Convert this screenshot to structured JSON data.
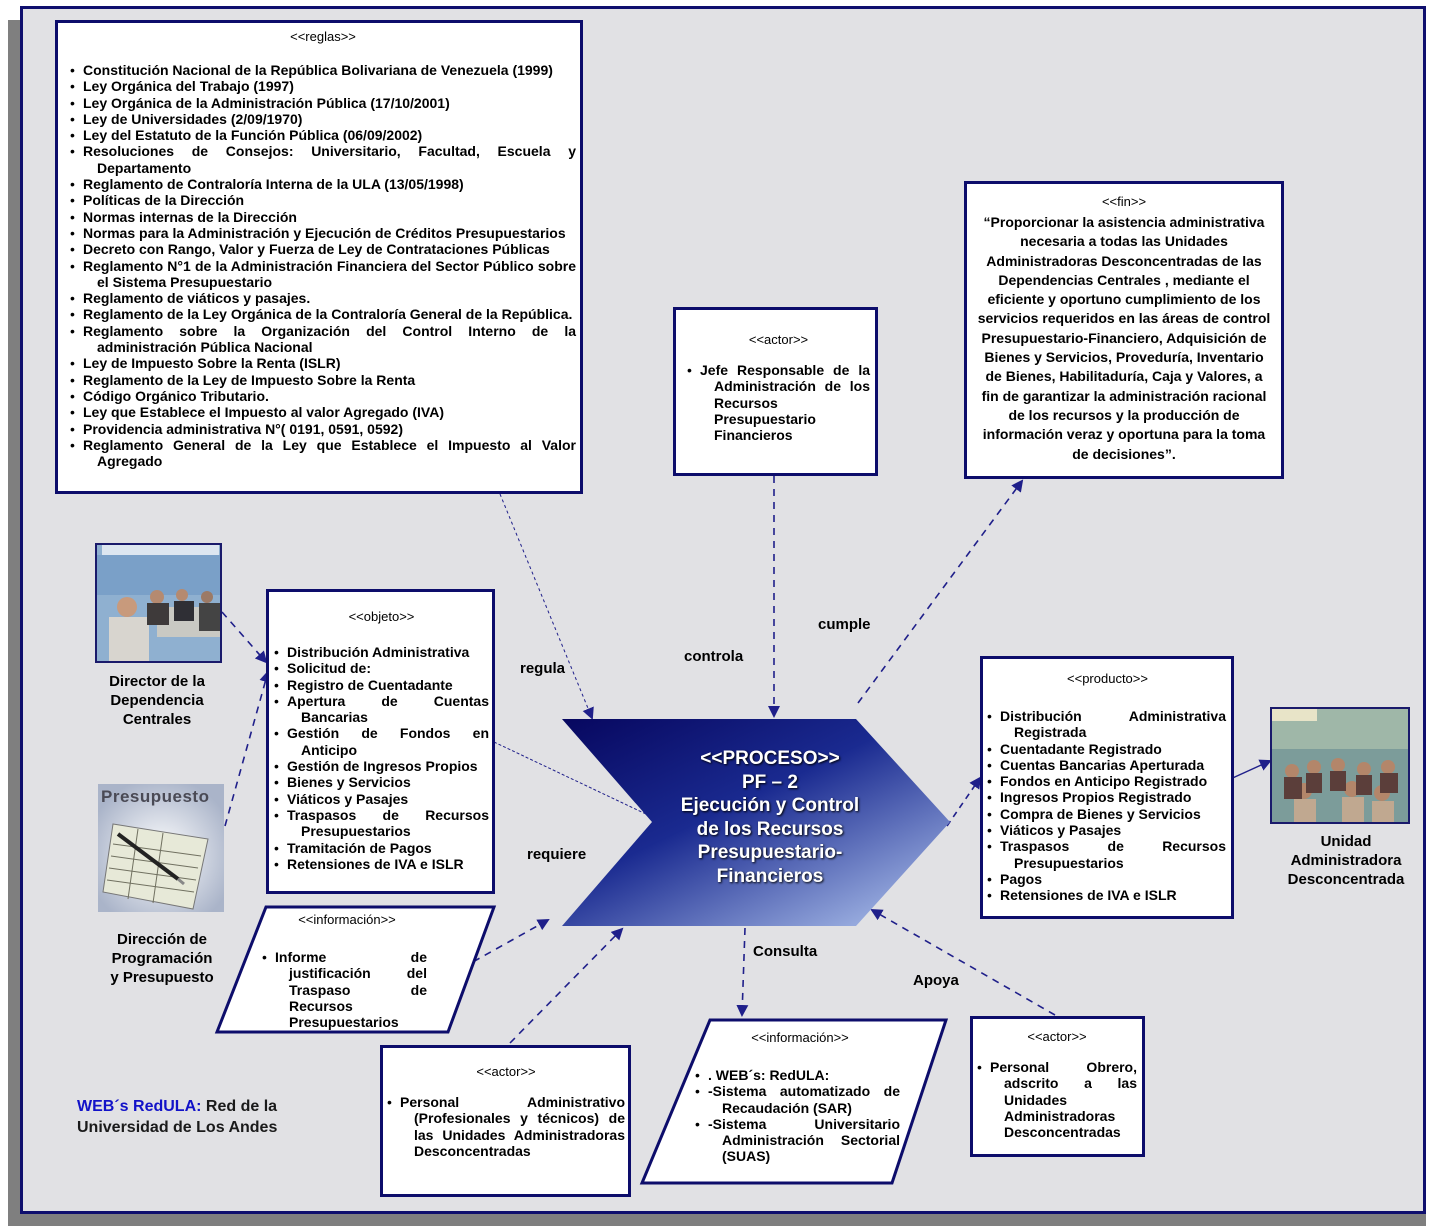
{
  "reglas": {
    "header": "<<reglas>>",
    "items": [
      "Constitución Nacional de la República Bolivariana de Venezuela (1999)",
      "Ley Orgánica del Trabajo (1997)",
      "Ley Orgánica de la Administración Pública (17/10/2001)",
      "Ley de Universidades (2/09/1970)",
      "Ley del Estatuto de la Función Pública (06/09/2002)",
      "Resoluciones de Consejos: Universitario, Facultad, Escuela y Departamento",
      "Reglamento de Contraloría Interna de la ULA (13/05/1998)",
      "Políticas de la Dirección",
      "Normas internas de la Dirección",
      "Normas para la Administración y Ejecución de Créditos Presupuestarios",
      "Decreto con Rango, Valor y Fuerza de Ley de Contrataciones Públicas",
      "Reglamento N°1 de la Administración Financiera del Sector Público sobre el Sistema Presupuestario",
      "Reglamento de viáticos y  pasajes.",
      "Reglamento de la Ley Orgánica de la Contraloría General de la República.",
      "Reglamento sobre la Organización del Control Interno de la administración Pública Nacional",
      "Ley de Impuesto Sobre la Renta (ISLR)",
      "Reglamento de la Ley de Impuesto Sobre la Renta",
      "Código Orgánico Tributario.",
      "Ley que Establece el Impuesto al valor Agregado (IVA)",
      "Providencia administrativa N°( 0191, 0591, 0592)",
      "Reglamento General de la Ley que Establece el Impuesto al Valor Agregado"
    ]
  },
  "actor_top": {
    "header": "<<actor>>",
    "items": [
      "Jefe Responsable de la Administración de los Recursos Presupuestario Financieros"
    ]
  },
  "fin": {
    "header": "<<fin>>",
    "text": "“Proporcionar la asistencia administrativa necesaria a todas las Unidades Administradoras Desconcentradas de las Dependencias Centrales , mediante el eficiente y oportuno cumplimiento de los servicios requeridos en las áreas de control Presupuestario-Financiero, Adquisición de Bienes y Servicios, Proveduría, Inventario de Bienes, Habilitaduría, Caja y Valores, a fin de garantizar la administración racional de los recursos y la producción de información veraz y oportuna para la toma de decisiones”."
  },
  "objeto": {
    "header": "<<objeto>>",
    "items": [
      "Distribución Administrativa",
      "Solicitud de:",
      "Registro de Cuentadante",
      "Apertura de Cuentas Bancarias",
      "Gestión de Fondos en Anticipo",
      "Gestión de Ingresos Propios",
      "Bienes y Servicios",
      "Viáticos y Pasajes",
      "Traspasos de Recursos Presupuestarios",
      "Tramitación de Pagos",
      "Retensiones de IVA e ISLR"
    ]
  },
  "producto": {
    "header": "<<producto>>",
    "items": [
      "Distribución Administrativa Registrada",
      "Cuentadante Registrado",
      "Cuentas Bancarias Aperturada",
      "Fondos en Anticipo Registrado",
      "Ingresos Propios Registrado",
      "Compra de Bienes y Servicios",
      "Viáticos y Pasajes",
      "Traspasos de Recursos Presupuestarios",
      "Pagos",
      "Retensiones de IVA e ISLR"
    ]
  },
  "informacion_left": {
    "header": "<<información>>",
    "items": [
      "Informe de justificación del Traspaso de Recursos Presupuestarios"
    ]
  },
  "informacion_bottom": {
    "header": "<<información>>",
    "items": [
      ". WEB´s: RedULA:",
      "-Sistema automatizado de Recaudación (SAR)",
      "-Sistema Universitario Administración Sectorial (SUAS)"
    ]
  },
  "actor_bottom_left": {
    "header": "<<actor>>",
    "items": [
      "Personal Administrativo (Profesionales y técnicos) de las Unidades Administradoras Desconcentradas"
    ]
  },
  "actor_bottom_right": {
    "header": "<<actor>>",
    "items": [
      "Personal Obrero, adscrito a las Unidades Administradoras Desconcentradas"
    ]
  },
  "proceso": {
    "lines": [
      "<<PROCESO>>",
      "PF – 2",
      "Ejecución y Control",
      "de los Recursos",
      "Presupuestario-",
      "Financieros"
    ]
  },
  "edge_labels": {
    "regula": "regula",
    "controla": "controla",
    "cumple": "cumple",
    "requiere": "requiere",
    "consulta": "Consulta",
    "apoya": "Apoya"
  },
  "captions": {
    "director": [
      "Director de la",
      "Dependencia",
      "Centrales"
    ],
    "presupuesto": [
      "Dirección de",
      "Programación",
      "y  Presupuesto"
    ],
    "unidad": [
      "Unidad",
      "Administradora",
      "Desconcentrada"
    ],
    "presupuesto_image_text": "Presupuesto"
  },
  "legend": {
    "web": "WEB´s",
    "redula": "RedULA:",
    "rest": " Red de la",
    "line2": "Universidad de Los Andes"
  },
  "colors": {
    "frame_border": "#0f0f6e",
    "box_border": "#0d0d6b",
    "arrow": "#1f1f8a",
    "background": "#e1e1e4",
    "proceso_dark": "#0a0a6e",
    "proceso_light": "#9fb0e0",
    "legend_blue": "#1212c8"
  }
}
